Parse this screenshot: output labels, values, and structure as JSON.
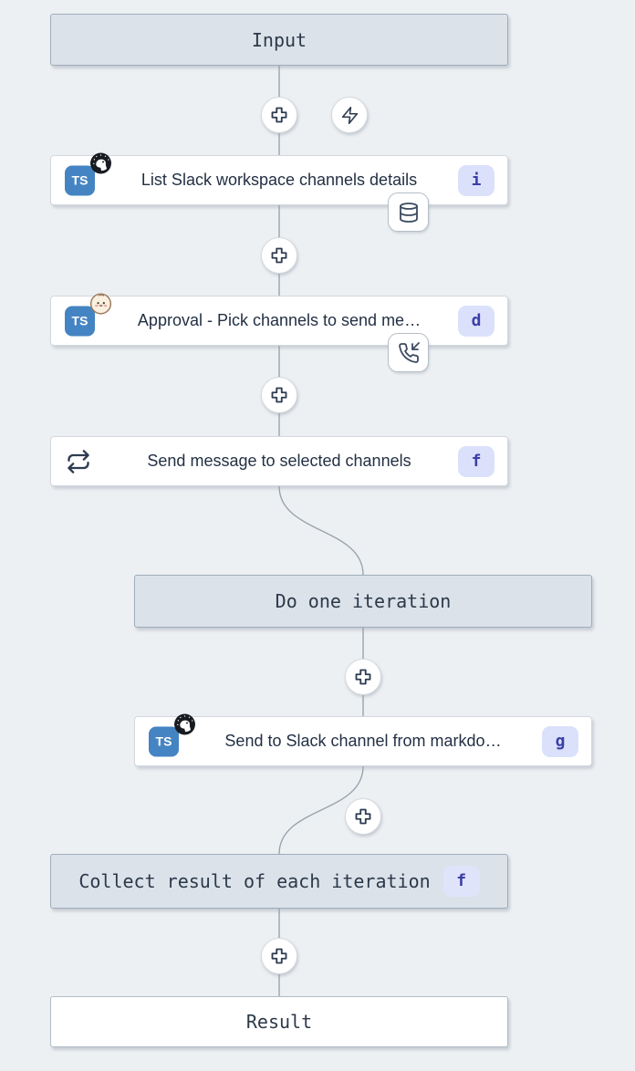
{
  "colors": {
    "canvas_bg": "#edf0f3",
    "edge": "#9aa3ad",
    "header_box_bg": "#dbe2ea",
    "node_bg": "#ffffff",
    "badge_bg": "#dbe1fb",
    "badge_text": "#3b3fa8",
    "ts_blue": "#4584c2"
  },
  "input_box": {
    "label": "Input"
  },
  "nodes": [
    {
      "title": "List Slack workspace channels details",
      "badge": "i",
      "language": "typescript-deno",
      "annotation": "database-icon"
    },
    {
      "title": "Approval - Pick channels to send me…",
      "badge": "d",
      "language": "typescript-bun",
      "annotation": "phone-incoming-icon"
    },
    {
      "title": "Send message to selected channels",
      "badge": "f",
      "language": "forloop"
    },
    {
      "title": "Send to Slack channel from markdo…",
      "badge": "g",
      "language": "typescript-deno"
    }
  ],
  "iteration_box": {
    "label": "Do one iteration"
  },
  "collect_box": {
    "label": "Collect result of each iteration",
    "badge": "f"
  },
  "result_box": {
    "label": "Result"
  }
}
